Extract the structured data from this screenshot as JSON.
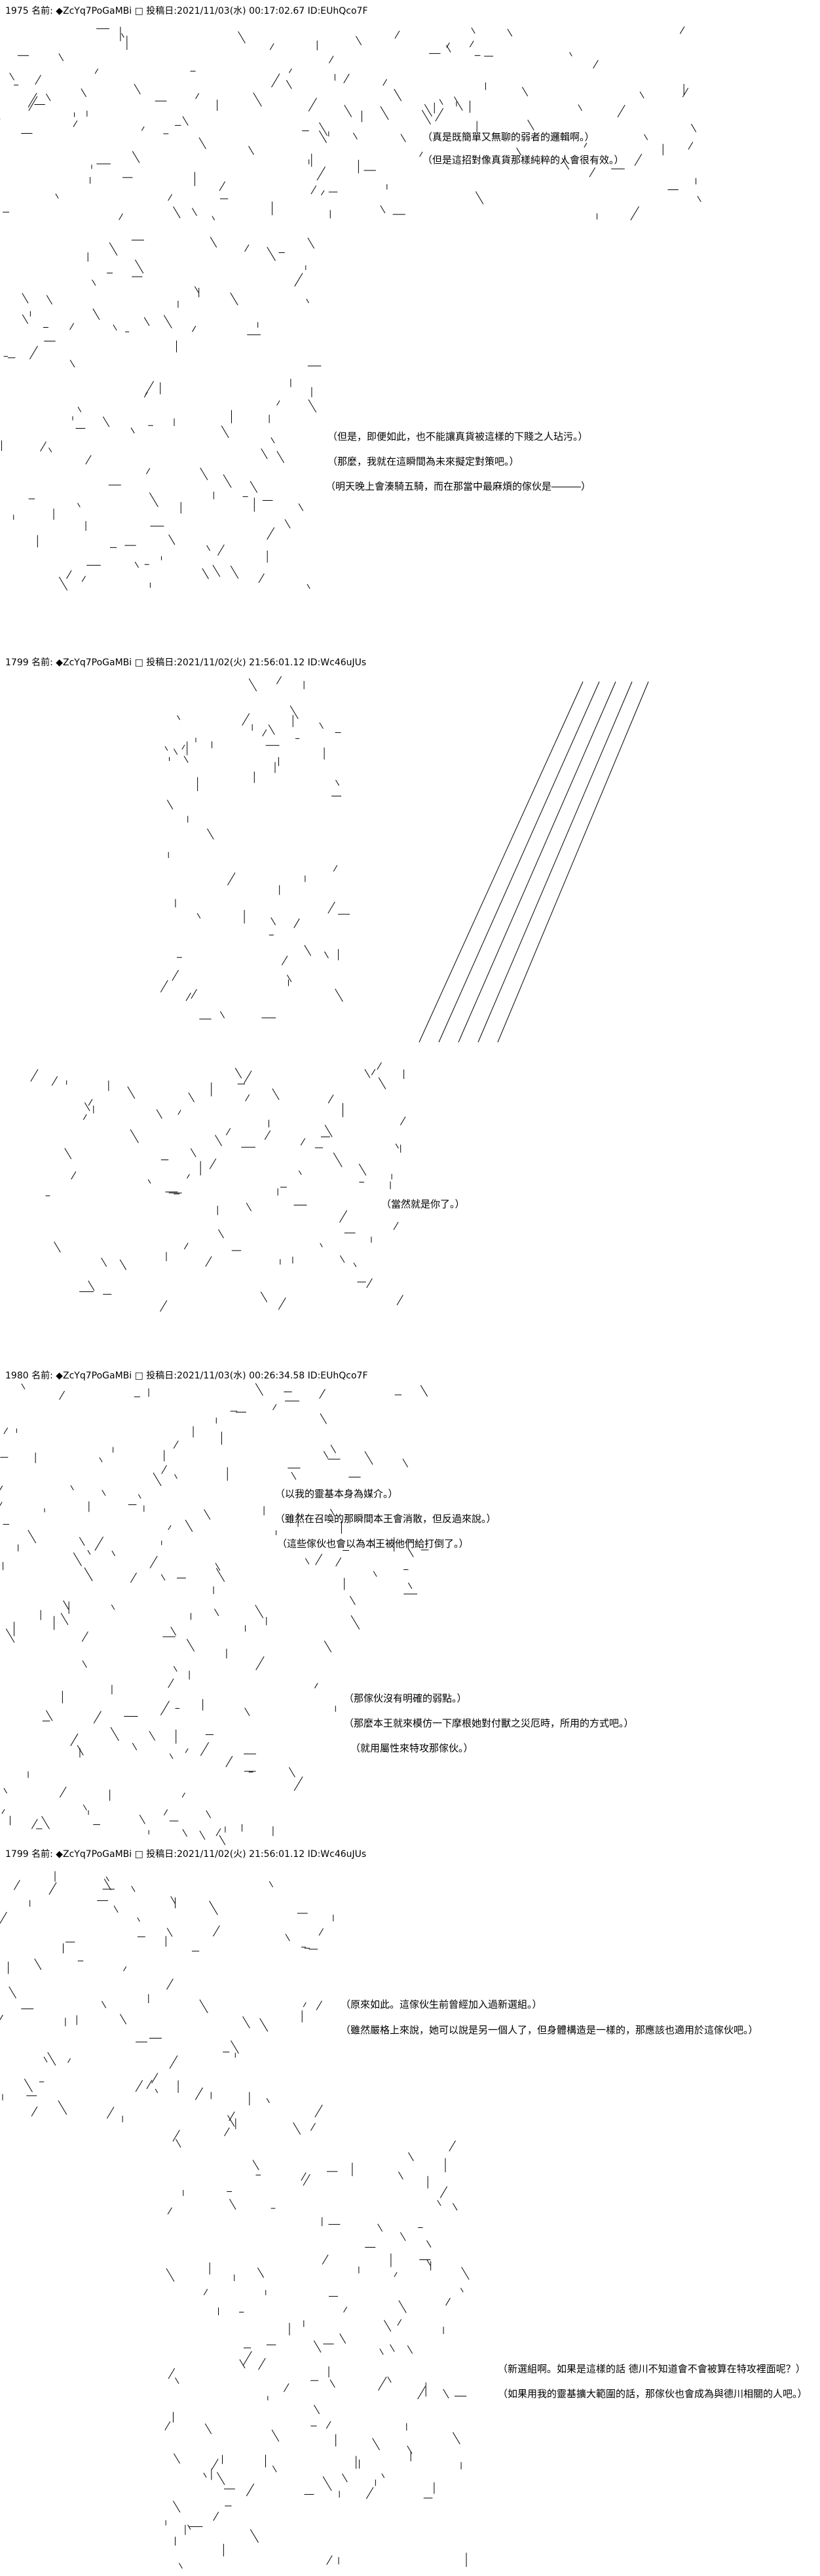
{
  "posts": [
    {
      "header": "1975 名前: ◆ZcYq7PoGaMBi □ 投稿日:2021/11/03(水) 00:17:02.67 ID:EUhQco7F"
    },
    {
      "header": "1799 名前: ◆ZcYq7PoGaMBi □ 投稿日:2021/11/02(火) 21:56:01.12 ID:Wc46uJUs"
    },
    {
      "header": "1980 名前: ◆ZcYq7PoGaMBi □ 投稿日:2021/11/03(水) 00:26:34.58 ID:EUhQco7F"
    },
    {
      "header": "1799 名前: ◆ZcYq7PoGaMBi □ 投稿日:2021/11/02(火) 21:56:01.12 ID:Wc46uJUs"
    }
  ],
  "dialogues": [
    [
      "（真是既簡單又無聊的弱者的邏輯啊。）",
      "（但是這招對像真貨那樣純粹的人會很有效。）"
    ],
    [
      "（但是，即便如此，也不能讓真貨被這樣的下賤之人玷污。）",
      "（那麼，我就在這瞬間為未來擬定對策吧。）",
      "（明天晚上會湊騎五騎，而在那當中最麻煩的傢伙是―――）"
    ],
    [
      "（當然就是你了。）"
    ],
    [
      "（以我的靈基本身為媒介。）",
      "（雖然在召喚的那瞬間本王會消散，但反過來說。）",
      "（這些傢伙也會以為本王被他們給打倒了。）"
    ],
    [
      "（那傢伙沒有明確的弱點。）",
      "（那麼本王就來模仿一下摩根她對付獸之災厄時，所用的方式吧。）",
      "（就用屬性來特攻那傢伙。）"
    ],
    [
      "（原來如此。這傢伙生前曾經加入過新選組。）",
      "（雖然嚴格上來說，她可以說是另一個人了，但身體構造是一樣的，那應該也適用於這傢伙吧。）"
    ],
    [
      "（新選組啊。如果是這樣的話 德川不知道會不會被算在特攻裡面呢？）",
      "（如果用我的靈基擴大範圍的話，那傢伙也會成為與德川相關的人吧。）"
    ]
  ]
}
